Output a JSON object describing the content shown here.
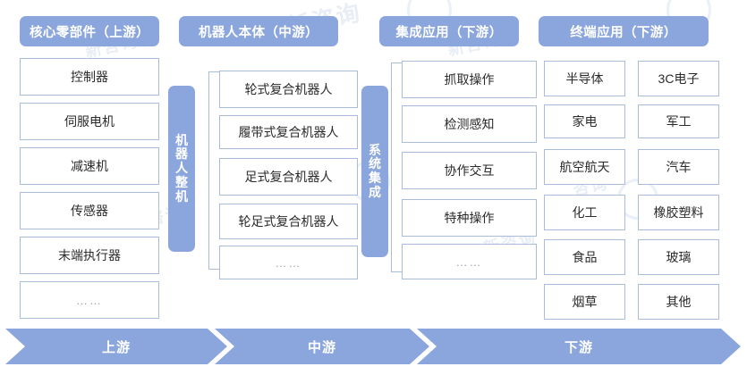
{
  "colors": {
    "accent": "#8ba6dd",
    "box_border": "#a9bcdb",
    "box_fill": "#ffffff",
    "text": "#2b2b2b",
    "header_text": "#ffffff",
    "background": "#ffffff"
  },
  "headers": [
    {
      "label": "核心零部件（上游）"
    },
    {
      "label": "机器人本体（中游）"
    },
    {
      "label": "集成应用（下游）"
    },
    {
      "label": "终端应用（下游）"
    }
  ],
  "upstream": {
    "items": [
      {
        "label": "控制器"
      },
      {
        "label": "伺服电机"
      },
      {
        "label": "减速机"
      },
      {
        "label": "传感器"
      },
      {
        "label": "末端执行器"
      },
      {
        "label": "……"
      }
    ]
  },
  "midstream": {
    "connector_label": "机器人整机",
    "items": [
      {
        "label": "轮式复合机器人"
      },
      {
        "label": "履带式复合机器人"
      },
      {
        "label": "足式复合机器人"
      },
      {
        "label": "轮足式复合机器人"
      },
      {
        "label": "……"
      }
    ]
  },
  "integration": {
    "connector_label": "系统集成",
    "items": [
      {
        "label": "抓取操作"
      },
      {
        "label": "检测感知"
      },
      {
        "label": "协作交互"
      },
      {
        "label": "特种操作"
      },
      {
        "label": "……"
      }
    ]
  },
  "terminal": {
    "column_left": [
      {
        "label": "半导体"
      },
      {
        "label": "家电"
      },
      {
        "label": "航空航天"
      },
      {
        "label": "化工"
      },
      {
        "label": "食品"
      },
      {
        "label": "烟草"
      }
    ],
    "column_right": [
      {
        "label": "3C电子"
      },
      {
        "label": "军工"
      },
      {
        "label": "汽车"
      },
      {
        "label": "橡胶塑料"
      },
      {
        "label": "玻璃"
      },
      {
        "label": "其他"
      }
    ]
  },
  "ribbon": {
    "segments": [
      {
        "label": "上游"
      },
      {
        "label": "中游"
      },
      {
        "label": "下游"
      }
    ]
  },
  "watermark": {
    "text": "新咨询",
    "text2": "咨询"
  }
}
